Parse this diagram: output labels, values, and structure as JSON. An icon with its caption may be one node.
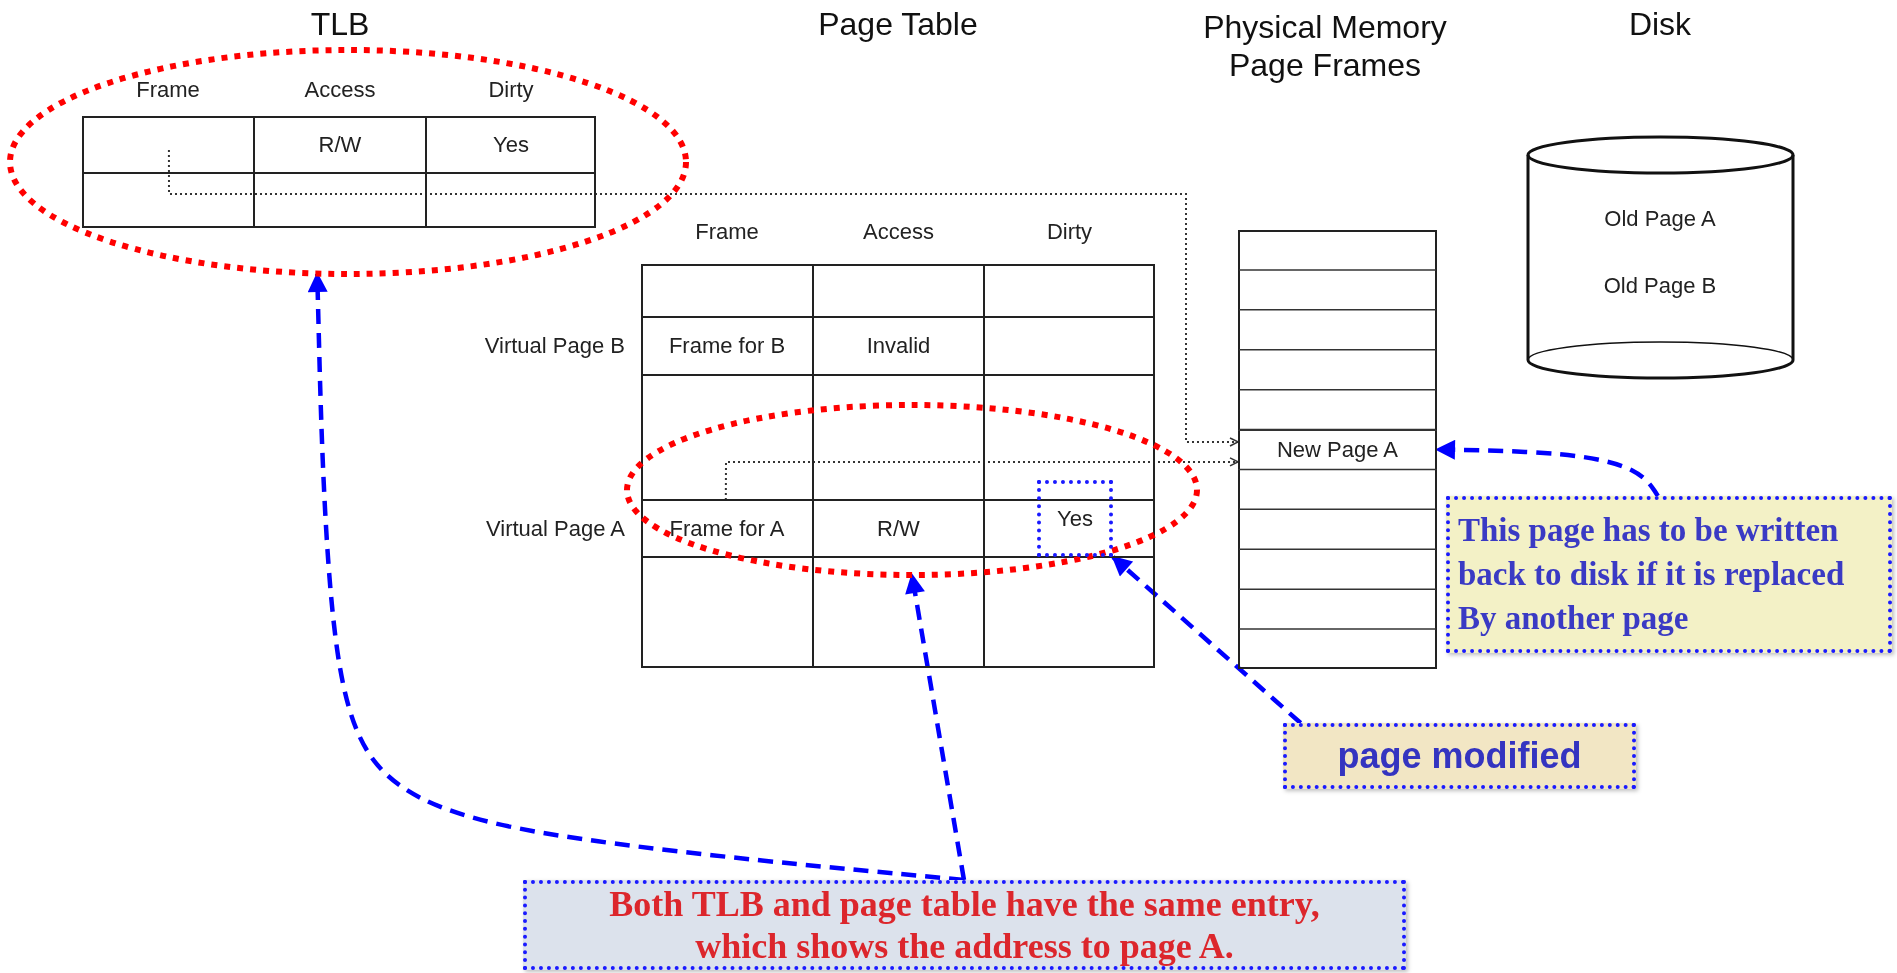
{
  "diagram": {
    "nodes": [
      {
        "text": [],
        "shape": "ellipse"
      },
      {
        "text": [
          "Frame",
          "Access",
          "Dirty",
          "R/W",
          "Yes"
        ],
        "in": 0
      },
      {
        "text": [
          "Frame",
          "Access",
          "Dirty",
          "Virtual Page B",
          "Frame for B",
          "Invalid",
          "Virtual Page A"
        ]
      },
      {
        "text": [],
        "shape": "ellipse",
        "in": 2
      },
      {
        "text": [
          "Frame for A",
          "R/W"
        ],
        "in": 3
      },
      {
        "text": [
          "Yes"
        ],
        "in": 3
      },
      {
        "text": [],
        "shape": "box"
      },
      {
        "text": [
          "New Page A"
        ],
        "in": 6
      },
      {
        "text": [
          "Disk",
          "Old Page A",
          "Old Page B"
        ]
      },
      {
        "text": [
          "This page has to be written back to disk if it is replaced By another page"
        ]
      },
      {
        "text": [
          "page modified"
        ]
      },
      {
        "text": [
          "Both TLB and page table have the same entry, which shows the address to page A."
        ]
      }
    ],
    "edges": [
      {
        "from": 1,
        "to": 7,
        "arrow": "to",
        "style": "dashed",
        "color": "#333333"
      },
      {
        "from": 4,
        "to": 7,
        "arrow": "to",
        "style": "dashed",
        "color": "#333333"
      },
      {
        "from": 9,
        "to": 7,
        "arrow": "to",
        "style": "dashed"
      },
      {
        "from": 10,
        "to": 5,
        "arrow": "to",
        "style": "dashed"
      },
      {
        "from": 11,
        "to": 3,
        "arrow": "to",
        "style": "dashed"
      },
      {
        "from": 11,
        "to": 0,
        "arrow": "to",
        "style": "dashed"
      }
    ],
    "labels": [
      "TLB",
      "Page Table",
      "Physical Memory Page Frames"
    ]
  }
}
